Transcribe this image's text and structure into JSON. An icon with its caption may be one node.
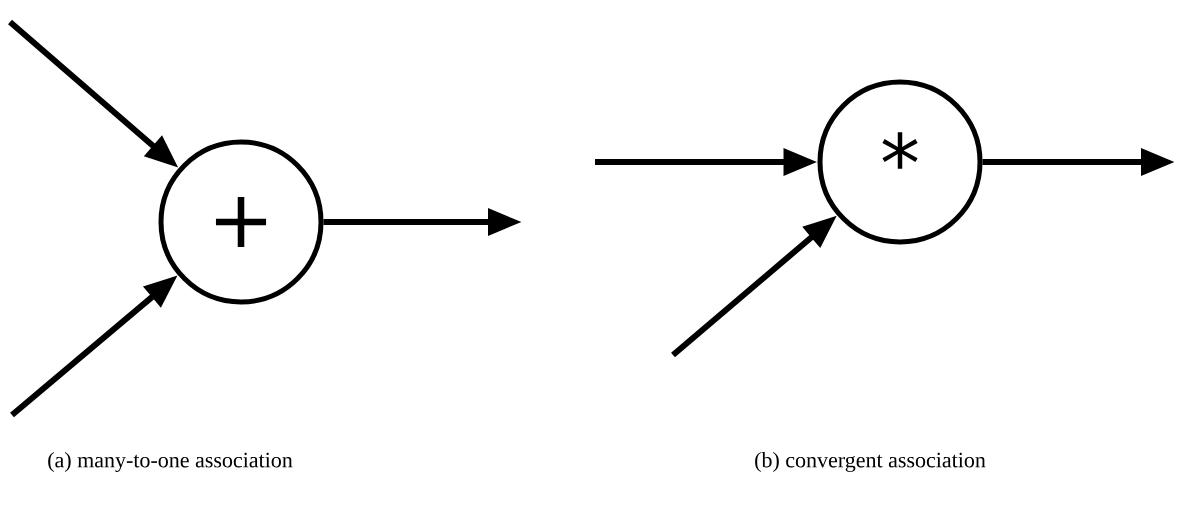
{
  "diagram": {
    "nodes": [
      {
        "text": [
          "+"
        ]
      },
      {
        "text": [
          "*"
        ]
      }
    ],
    "edges": [
      {
        "from": null,
        "to": 0,
        "arrow": "to"
      },
      {
        "from": null,
        "to": 0,
        "arrow": "to"
      },
      {
        "from": 0,
        "to": null,
        "arrow": "to"
      },
      {
        "from": null,
        "to": 1,
        "arrow": "to"
      },
      {
        "from": null,
        "to": 1,
        "arrow": "to"
      },
      {
        "from": 1,
        "to": null,
        "arrow": "to"
      }
    ],
    "labels": [
      "(a) many-to-one association",
      "(b) convergent association"
    ]
  }
}
